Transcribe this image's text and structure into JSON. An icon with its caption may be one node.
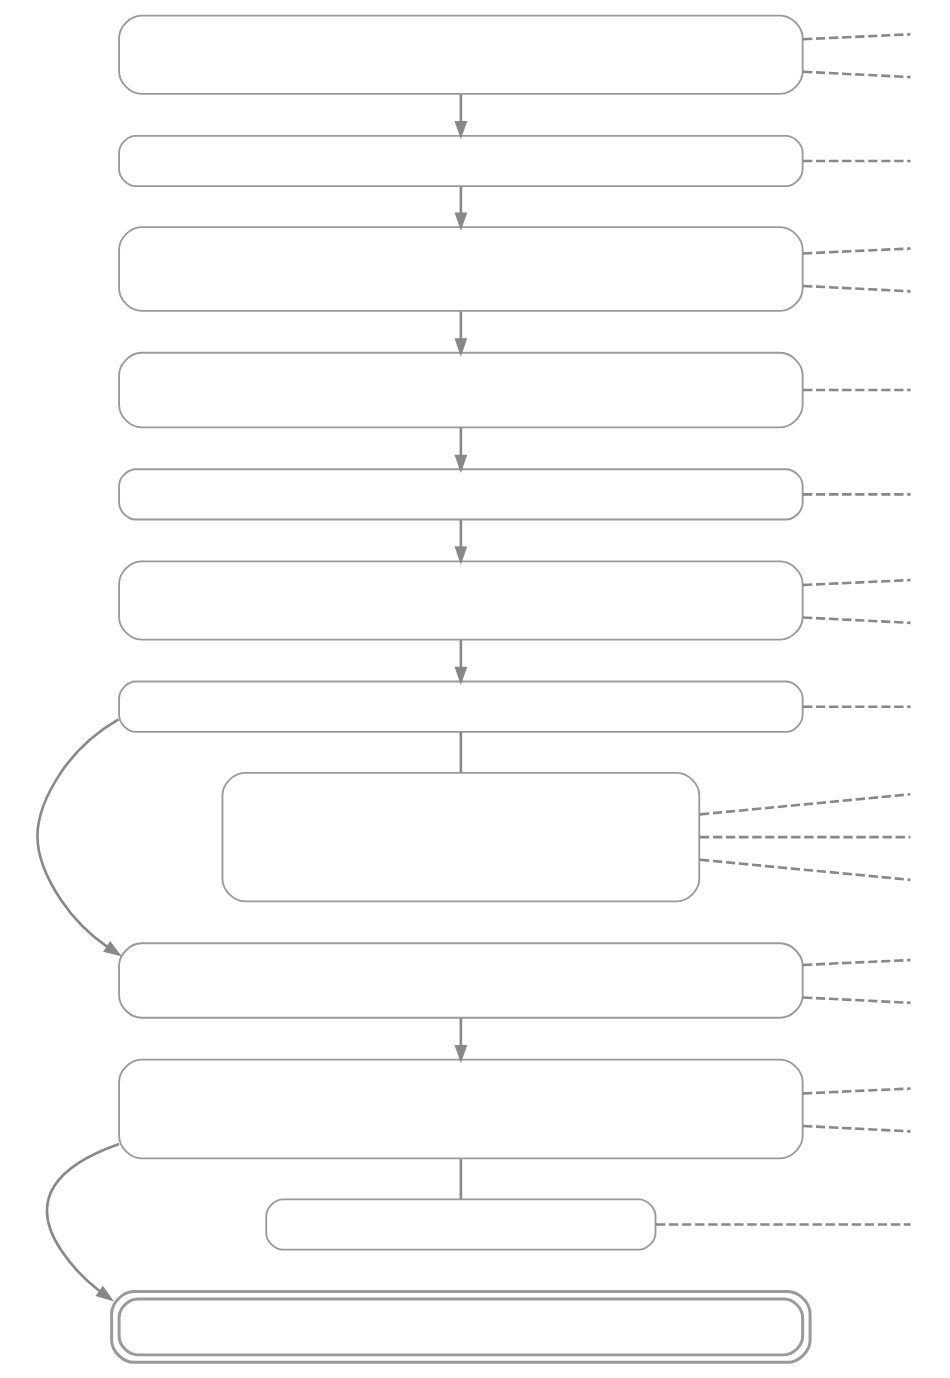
{
  "diagram": {
    "nodes": [
      {
        "text": [],
        "shape": "box"
      },
      {
        "text": [],
        "shape": "box"
      },
      {
        "text": [],
        "shape": "box"
      },
      {
        "text": [],
        "shape": "box"
      },
      {
        "text": [],
        "shape": "box"
      },
      {
        "text": [],
        "shape": "box"
      },
      {
        "text": [],
        "shape": "box"
      },
      {
        "text": [],
        "shape": "box"
      },
      {
        "text": [],
        "shape": "box"
      },
      {
        "text": [],
        "shape": "box"
      },
      {
        "text": [],
        "shape": "box"
      },
      {
        "text": [],
        "shape": "box"
      }
    ],
    "edges": [
      {
        "from": 0,
        "to": 1,
        "arrow": "to"
      },
      {
        "from": 1,
        "to": 2,
        "arrow": "to"
      },
      {
        "from": 2,
        "to": 3,
        "arrow": "to"
      },
      {
        "from": 3,
        "to": 4,
        "arrow": "to"
      },
      {
        "from": 4,
        "to": 5,
        "arrow": "to"
      },
      {
        "from": 5,
        "to": 6,
        "arrow": "to"
      },
      {
        "from": 6,
        "to": 8,
        "arrow": "to"
      },
      {
        "from": 6,
        "to": 7,
        "arrow": "none"
      },
      {
        "from": 8,
        "to": 9,
        "arrow": "to"
      },
      {
        "from": 9,
        "to": 11,
        "arrow": "to"
      },
      {
        "from": 9,
        "to": 10,
        "arrow": "none"
      },
      {
        "from": 0,
        "to": null,
        "arrow": "none",
        "style": "dashed"
      },
      {
        "from": 0,
        "to": null,
        "arrow": "none",
        "style": "dashed"
      },
      {
        "from": 1,
        "to": null,
        "arrow": "none",
        "style": "dashed"
      },
      {
        "from": 2,
        "to": null,
        "arrow": "none",
        "style": "dashed"
      },
      {
        "from": 2,
        "to": null,
        "arrow": "none",
        "style": "dashed"
      },
      {
        "from": 3,
        "to": null,
        "arrow": "none",
        "style": "dashed"
      },
      {
        "from": 4,
        "to": null,
        "arrow": "none",
        "style": "dashed"
      },
      {
        "from": 5,
        "to": null,
        "arrow": "none",
        "style": "dashed"
      },
      {
        "from": 5,
        "to": null,
        "arrow": "none",
        "style": "dashed"
      },
      {
        "from": 6,
        "to": null,
        "arrow": "none",
        "style": "dashed"
      },
      {
        "from": 7,
        "to": null,
        "arrow": "none",
        "style": "dashed"
      },
      {
        "from": 7,
        "to": null,
        "arrow": "none",
        "style": "dashed"
      },
      {
        "from": 7,
        "to": null,
        "arrow": "none",
        "style": "dashed"
      },
      {
        "from": 8,
        "to": null,
        "arrow": "none",
        "style": "dashed"
      },
      {
        "from": 8,
        "to": null,
        "arrow": "none",
        "style": "dashed"
      },
      {
        "from": 9,
        "to": null,
        "arrow": "none",
        "style": "dashed"
      },
      {
        "from": 9,
        "to": null,
        "arrow": "none",
        "style": "dashed"
      },
      {
        "from": 10,
        "to": null,
        "arrow": "none",
        "style": "dashed"
      }
    ]
  }
}
